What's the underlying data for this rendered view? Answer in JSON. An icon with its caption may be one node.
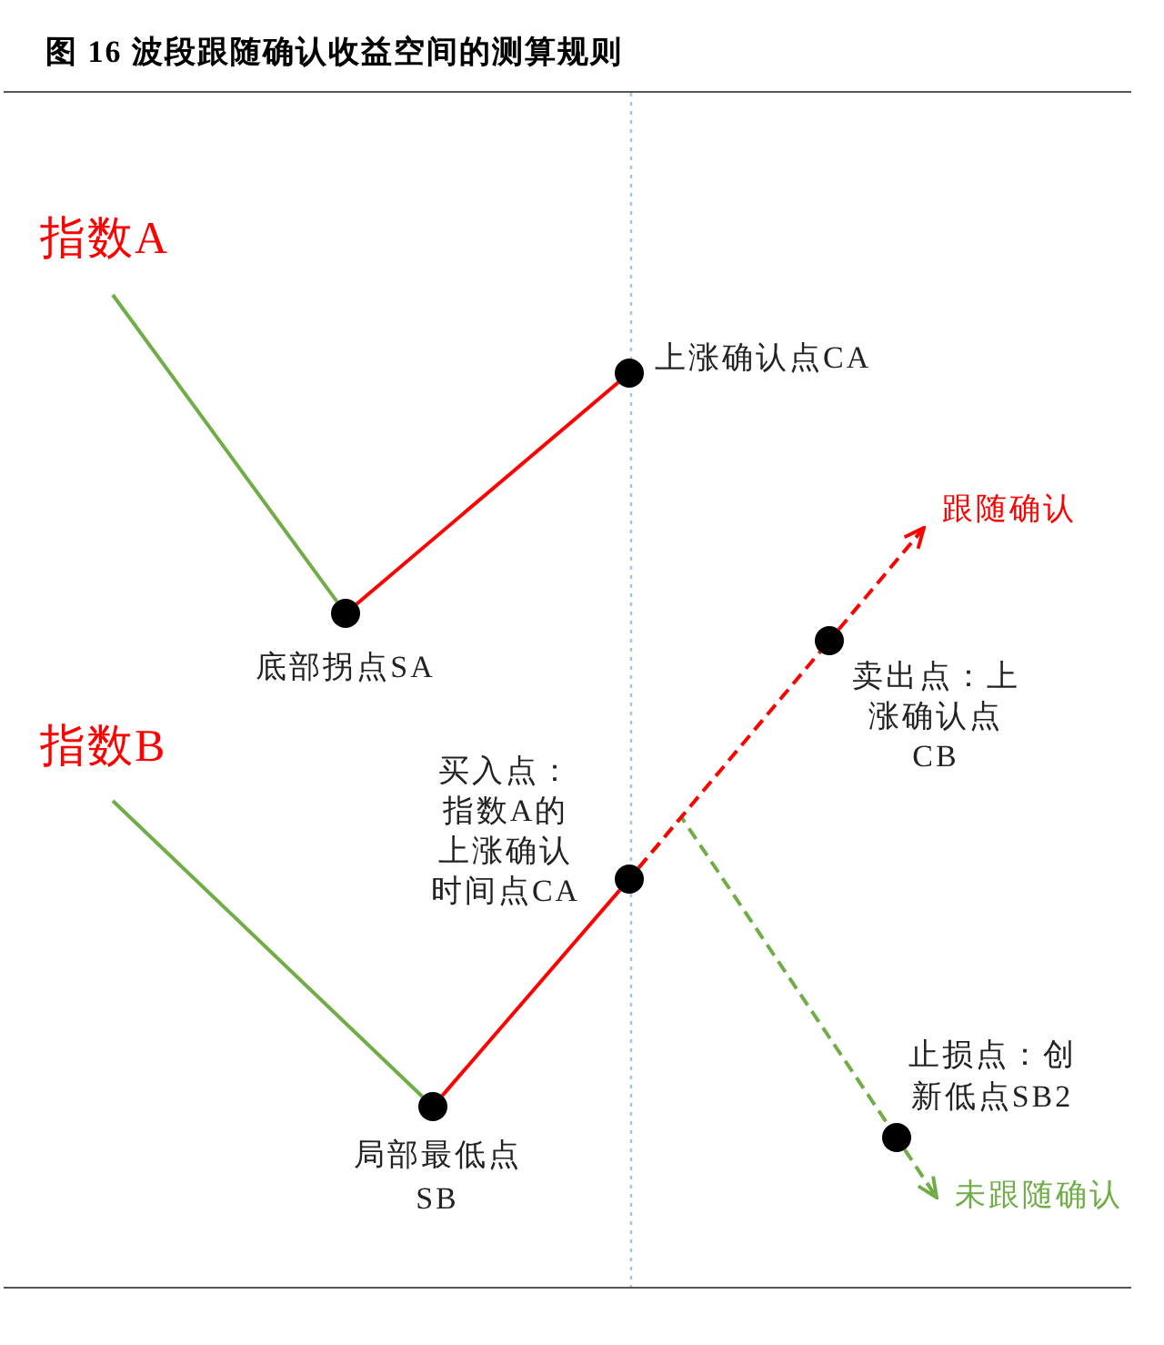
{
  "diagram": {
    "title": "图 16 波段跟随确认收益空间的测算规则",
    "nodes": [
      {
        "text": [],
        "shape": "circle",
        "beside": [
          "底部拐点SA"
        ]
      },
      {
        "text": [],
        "shape": "circle",
        "beside": [
          "上涨确认点CA"
        ]
      },
      {
        "text": [],
        "shape": "circle",
        "beside": [
          "卖出点：上涨确认点CB"
        ]
      },
      {
        "text": [
          "跟随确认"
        ]
      },
      {
        "text": [],
        "shape": "circle",
        "beside": [
          "局部最低点SB"
        ]
      },
      {
        "text": [],
        "shape": "circle",
        "beside": [
          "买入点：指数A的上涨确认时间点CA"
        ]
      },
      {
        "text": [],
        "shape": "circle",
        "beside": [
          "止损点：创新低点SB2"
        ]
      },
      {
        "text": [
          "未跟随确认"
        ]
      }
    ],
    "edges": [
      {
        "from": null,
        "to": 0,
        "arrow": "none",
        "color": "#70ad47"
      },
      {
        "from": 0,
        "to": 1,
        "arrow": "none",
        "color": "#ff0000"
      },
      {
        "from": null,
        "to": 4,
        "arrow": "none",
        "color": "#70ad47"
      },
      {
        "from": 4,
        "to": 5,
        "arrow": "none",
        "color": "#ff0000"
      },
      {
        "from": 5,
        "to": 2,
        "arrow": "none",
        "style": "dashed",
        "color": "#ff0000"
      },
      {
        "from": 2,
        "to": 3,
        "arrow": "to",
        "style": "dashed",
        "color": "#ff0000"
      },
      {
        "from": 5,
        "to": 6,
        "arrow": "none",
        "style": "dashed",
        "color": "#70ad47"
      },
      {
        "from": 6,
        "to": 7,
        "arrow": "to",
        "style": "dashed",
        "color": "#70ad47"
      }
    ],
    "labels": [
      "指数A",
      "指数B"
    ]
  }
}
